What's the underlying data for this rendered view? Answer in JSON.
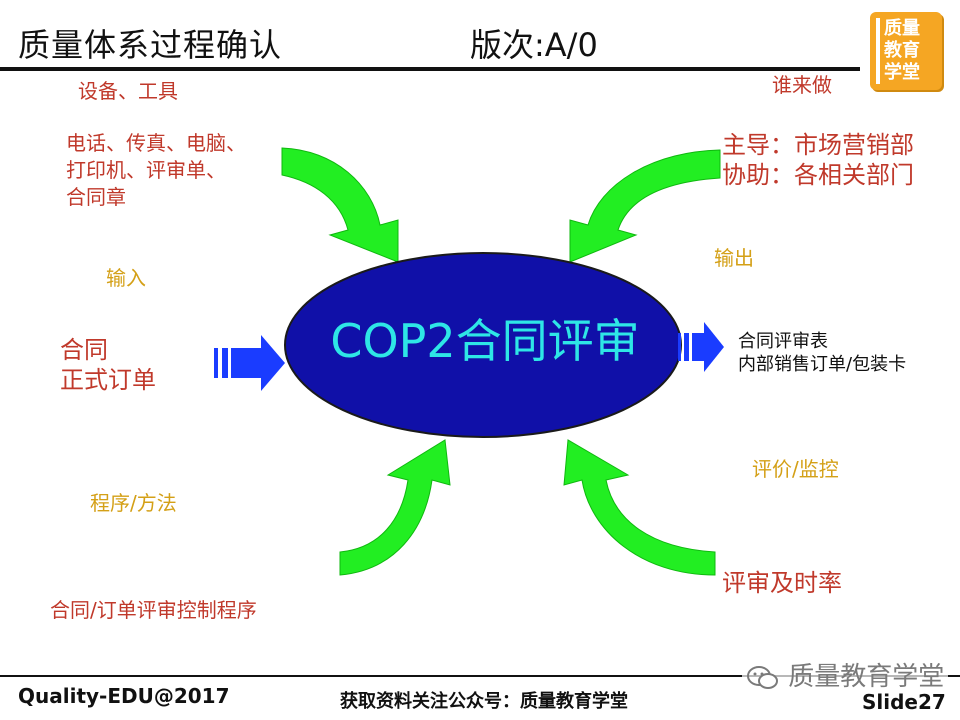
{
  "header": {
    "title": "质量体系过程确认",
    "version": "版次:A/0",
    "logo_lines": [
      "质量",
      "教育",
      "学堂"
    ]
  },
  "diagram": {
    "center_label": "COP2合同评审",
    "equipment_heading": "设备、工具",
    "equipment_items": [
      "电话、传真、电脑、",
      "打印机、评审单、",
      "合同章"
    ],
    "who_heading": "谁来做",
    "who_items": [
      "主导：市场营销部",
      "协助：各相关部门"
    ],
    "input_heading": "输入",
    "input_items": [
      "合同",
      "正式订单"
    ],
    "output_heading": "输出",
    "output_items": [
      "合同评审表",
      "内部销售订单/包装卡"
    ],
    "method_heading": "程序/方法",
    "method_item": "合同/订单评审控制程序",
    "monitor_heading": "评价/监控",
    "monitor_item": "评审及时率"
  },
  "colors": {
    "ellipse": "#1010a8",
    "center_text": "#2ee6e6",
    "curved_arrow": "#22ee22",
    "block_arrow": "#1a3cff",
    "heading_red": "#c0392b",
    "heading_orange": "#d4a017"
  },
  "footer": {
    "left": "Quality-EDU@2017",
    "center": "获取资料关注公众号：质量教育学堂",
    "slide": "Slide27",
    "watermark": "质量教育学堂"
  }
}
